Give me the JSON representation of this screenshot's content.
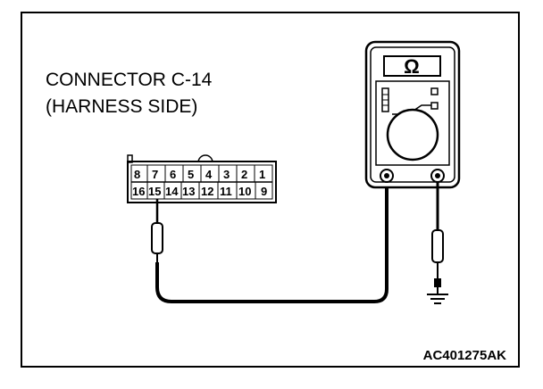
{
  "connector": {
    "title_line1": "CONNECTOR C-14",
    "title_line2": "(HARNESS SIDE)",
    "top_pins": [
      "8",
      "7",
      "6",
      "5",
      "4",
      "3",
      "2",
      "1"
    ],
    "bottom_pins": [
      "16",
      "15",
      "14",
      "13",
      "12",
      "11",
      "10",
      "9"
    ]
  },
  "meter": {
    "symbol": "Ω"
  },
  "figure_code": "AC401275AK"
}
